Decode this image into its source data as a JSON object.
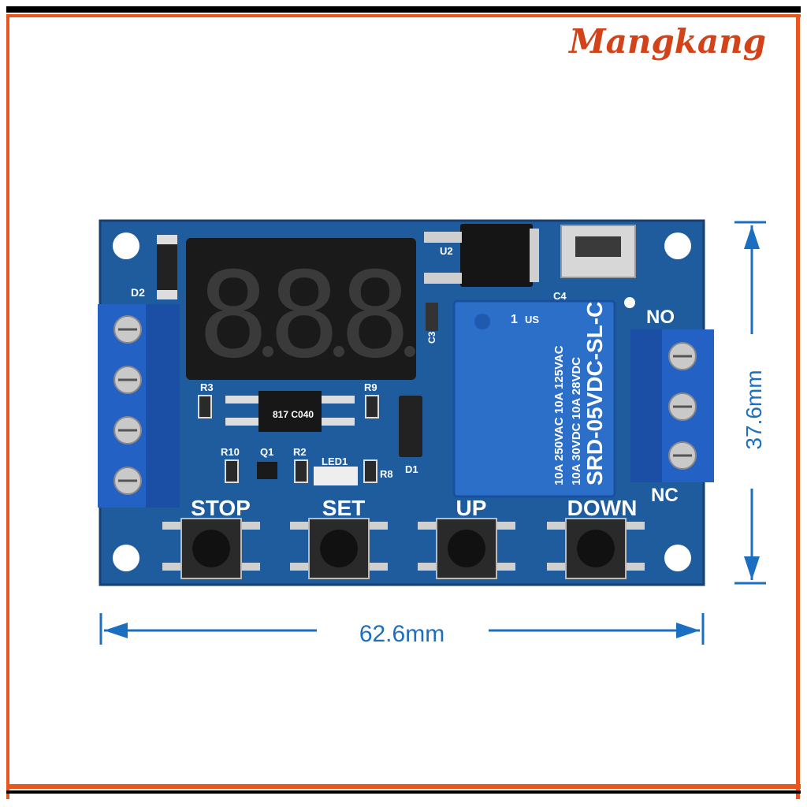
{
  "brand": "Mangkang",
  "dimensions": {
    "width": "62.6mm",
    "height": "37.6mm"
  },
  "board": {
    "display_digits": "888",
    "relay": {
      "index": "1",
      "model": "SRD-05VDC-SL-C",
      "rating_line1": "10A 250VAC 10A 125VAC",
      "rating_line2": "10A 30VDC 10A 28VDC",
      "cert": "US"
    },
    "buttons": [
      "STOP",
      "SET",
      "UP",
      "DOWN"
    ],
    "terminal_labels": {
      "no": "NO",
      "nc": "NC"
    },
    "components": {
      "d2": "D2",
      "r3": "R3",
      "r9": "R9",
      "r10": "R10",
      "q1": "Q1",
      "r2": "R2",
      "led1": "LED1",
      "r8": "R8",
      "d1": "D1",
      "u2": "U2",
      "c4": "C4",
      "c3": "C3",
      "opto": "817 C040"
    }
  },
  "colors": {
    "pcb": "#1e5a9c",
    "relay": "#2c6fc9",
    "terminal": "#2361c4",
    "dimension": "#1b6fc0",
    "brand": "#d3431a"
  }
}
